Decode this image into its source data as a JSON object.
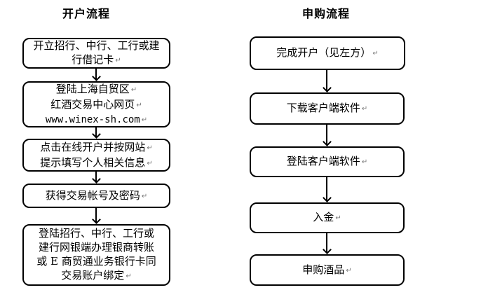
{
  "page": {
    "background_color": "#ffffff",
    "line_color": "#000000",
    "mark_color": "#7a7a7a"
  },
  "glyphs": {
    "line_break_mark": "↵"
  },
  "flows": [
    {
      "title": "开户流程",
      "steps": [
        {
          "lines": [
            "开立招行、中行、工行或建",
            "行借记卡"
          ]
        },
        {
          "lines": [
            "登陆上海自贸区",
            "红酒交易中心网页",
            "www.winex-sh.com"
          ]
        },
        {
          "lines": [
            "点击在线开户并按网站",
            "提示填写个人相关信息"
          ]
        },
        {
          "lines": [
            "获得交易帐号及密码"
          ]
        },
        {
          "lines": [
            "登陆招行、中行、工行或",
            "建行网银端办理银商转账",
            "或 E 商贸通业务银行卡同",
            "交易账户绑定"
          ]
        }
      ]
    },
    {
      "title": "申购流程",
      "steps": [
        {
          "lines": [
            "完成开户（见左方）"
          ]
        },
        {
          "lines": [
            "下载客户端软件"
          ]
        },
        {
          "lines": [
            "登陆客户端软件"
          ]
        },
        {
          "lines": [
            "入金"
          ]
        },
        {
          "lines": [
            "申购酒品"
          ]
        }
      ]
    }
  ]
}
